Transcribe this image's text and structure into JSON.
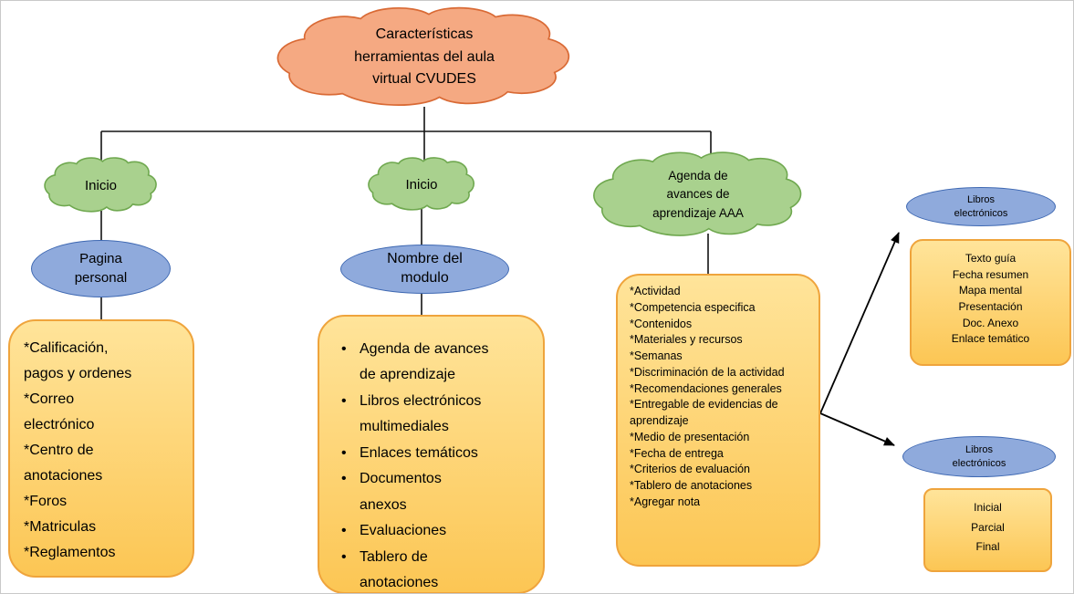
{
  "root_cloud": {
    "label": "Características herramientas del aula virtual CVUDES"
  },
  "branches": {
    "inicio1": {
      "cloud_label": "Inicio",
      "ellipse_label": "Pagina personal",
      "items": [
        "*Calificación, pagos y ordenes",
        "*Correo electrónico",
        "*Centro de anotaciones",
        "*Foros",
        "*Matriculas",
        "*Reglamentos"
      ]
    },
    "inicio2": {
      "cloud_label": "Inicio",
      "ellipse_label": "Nombre del modulo",
      "items": [
        "Agenda de avances de aprendizaje",
        "Libros electrónicos multimediales",
        "Enlaces temáticos",
        "Documentos anexos",
        "Evaluaciones",
        "Tablero de anotaciones"
      ]
    },
    "agenda": {
      "cloud_label": "Agenda de avances de aprendizaje AAA",
      "items": [
        "*Actividad",
        "*Competencia especifica",
        "*Contenidos",
        "*Materiales y recursos",
        "*Semanas",
        "*Discriminación de la actividad",
        "*Recomendaciones generales",
        "*Entregable de evidencias de aprendizaje",
        "*Medio de presentación",
        "*Fecha de entrega",
        "*Criterios de evaluación",
        "*Tablero de anotaciones",
        "*Agregar nota"
      ]
    },
    "libros_top": {
      "ellipse_label": "Libros electrónicos",
      "items": [
        "Texto guía",
        "Fecha resumen",
        "Mapa mental",
        "Presentación",
        "Doc. Anexo",
        "Enlace temático"
      ]
    },
    "libros_bottom": {
      "ellipse_label": "Libros electrónicos",
      "items": [
        "Inicial",
        "Parcial",
        "Final"
      ]
    }
  },
  "colors": {
    "root_cloud_fill": "#F5A982",
    "root_cloud_border": "#D96A35",
    "branch_cloud_fill": "#A9D18E",
    "branch_cloud_border": "#6FA84F",
    "ellipse_fill": "#8FAADC",
    "ellipse_border": "#3E68B2",
    "box_fill_top": "#FFE49A",
    "box_fill_bottom": "#FCC654",
    "box_border": "#EFA43C",
    "connector": "#000000"
  }
}
